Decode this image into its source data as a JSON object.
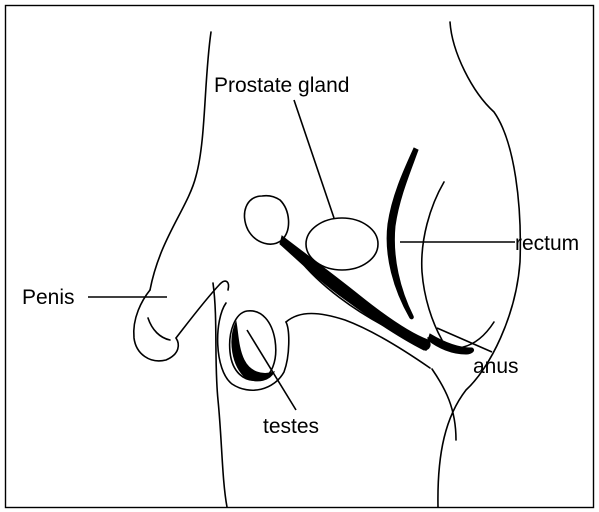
{
  "labels": {
    "prostate": "Prostate gland",
    "penis": "Penis",
    "rectum": "rectum",
    "anus": "anus",
    "testes": "testes"
  }
}
